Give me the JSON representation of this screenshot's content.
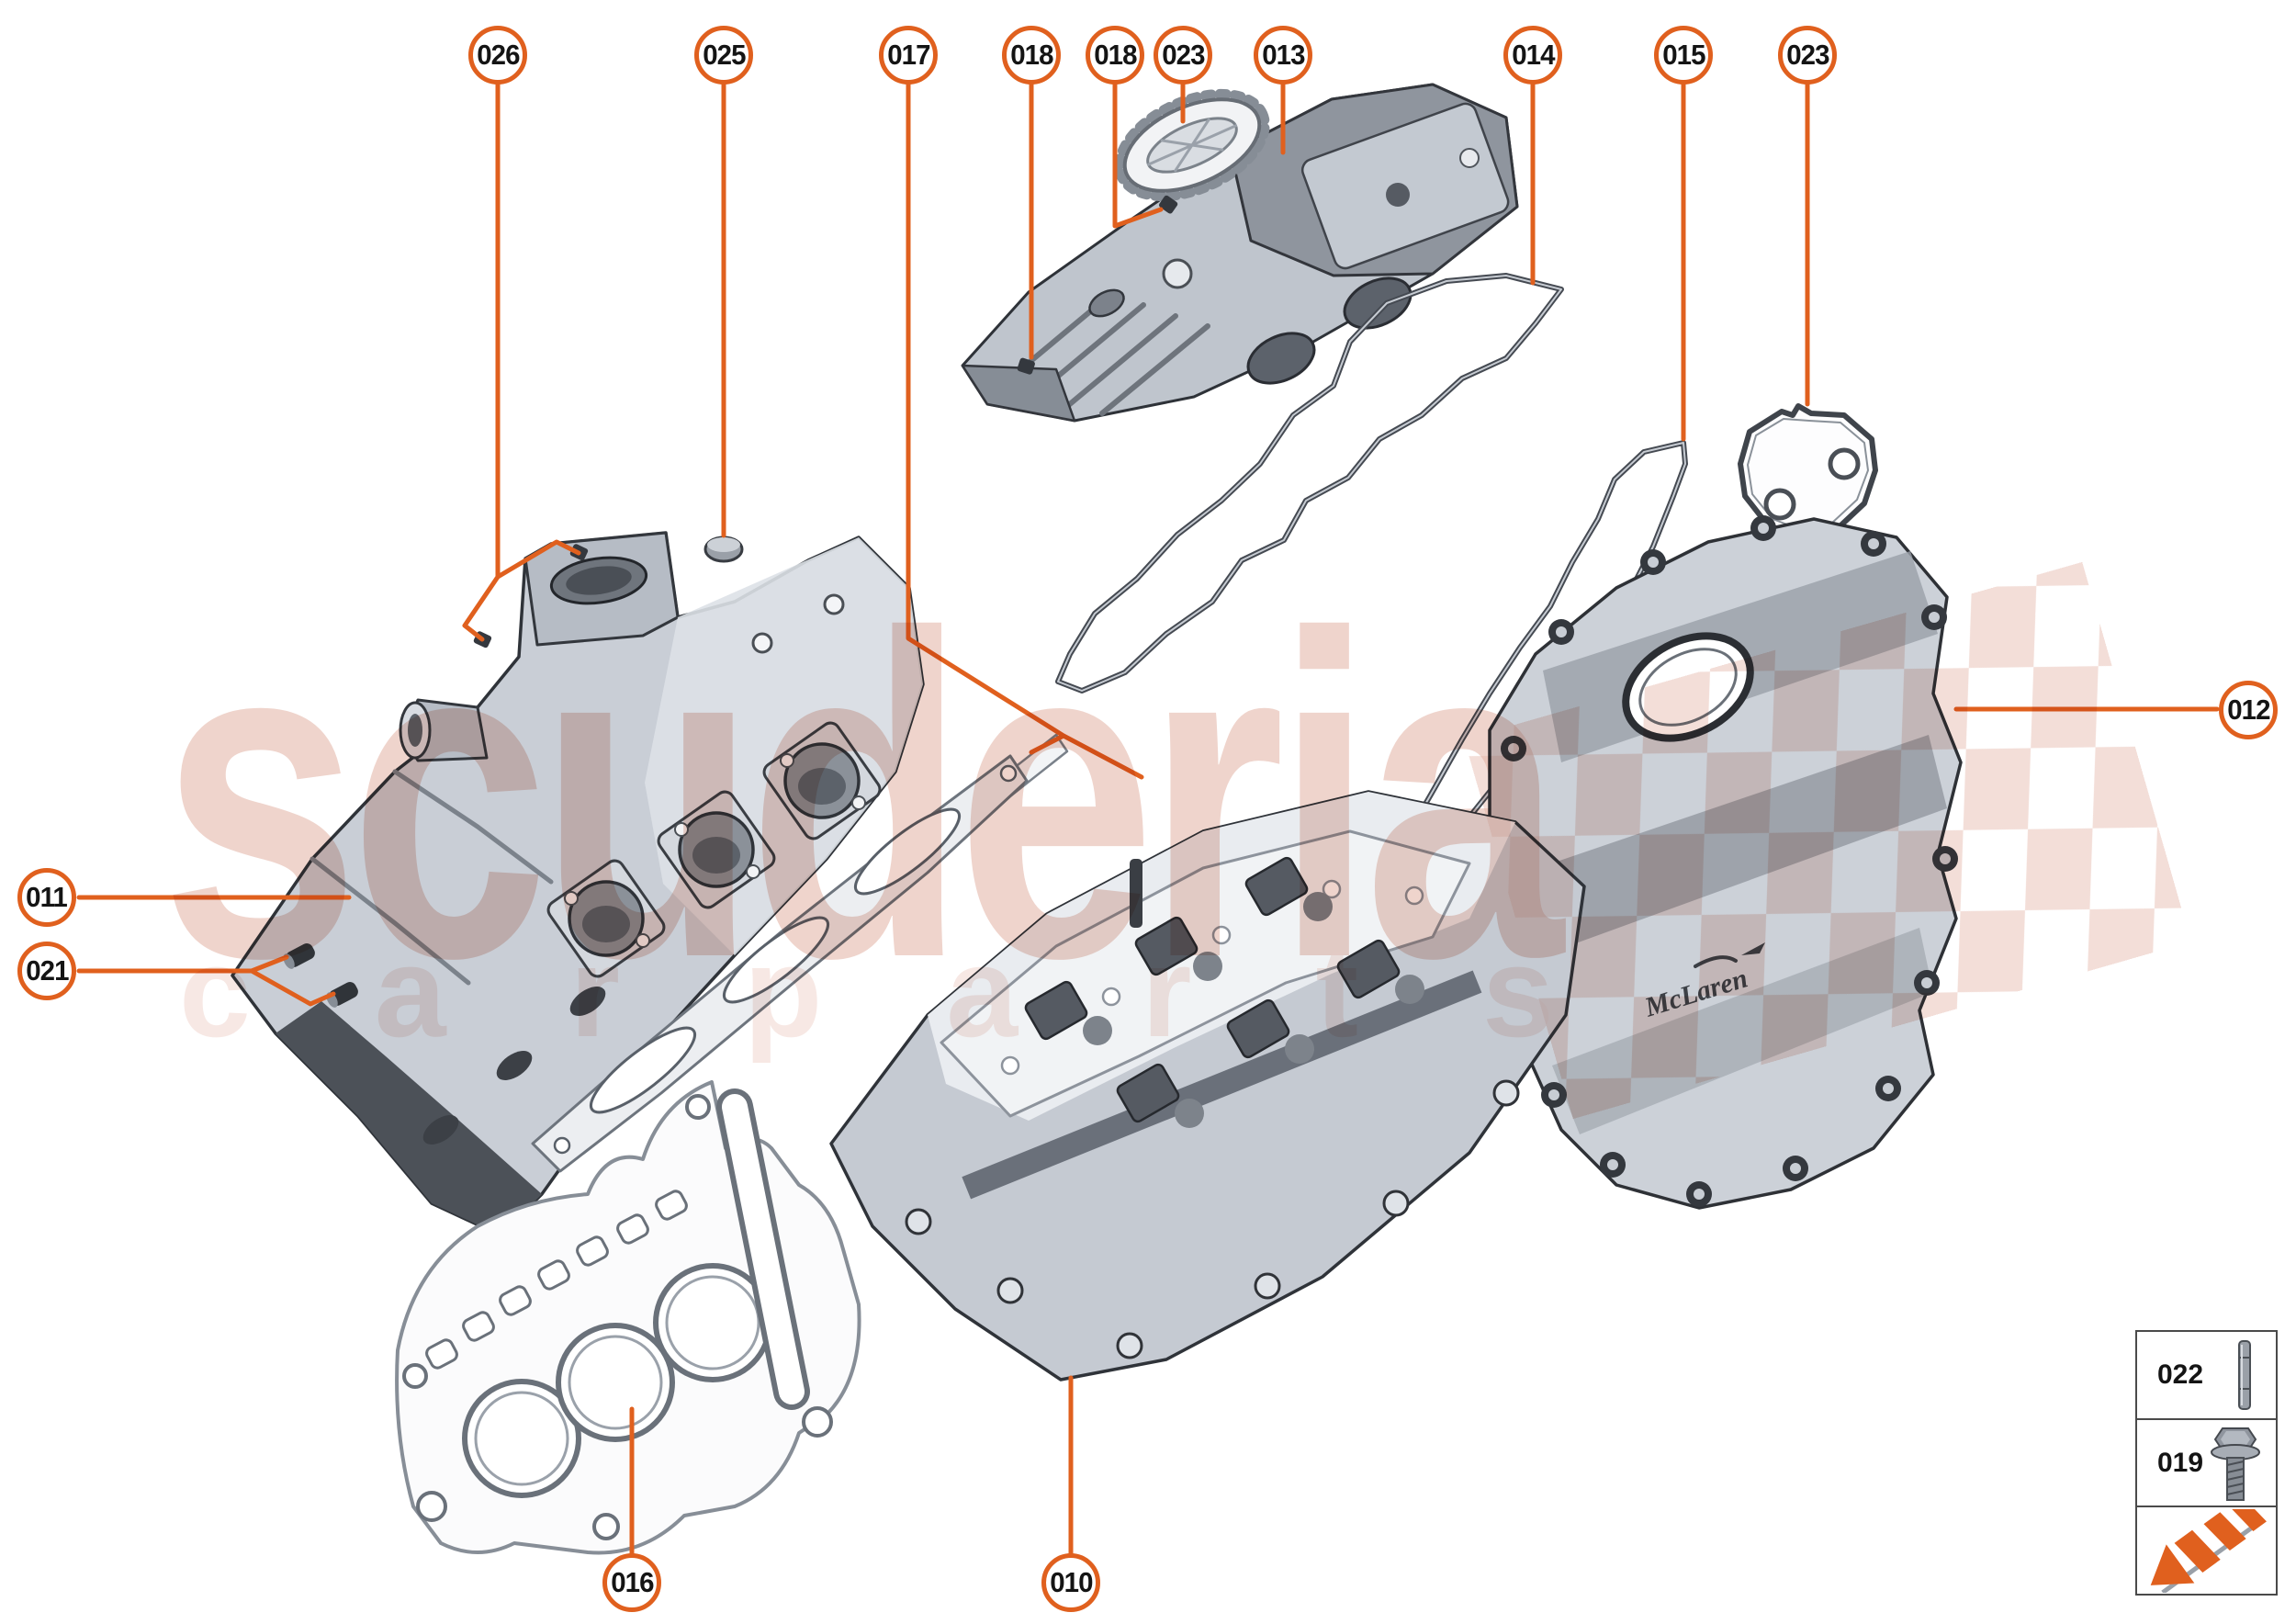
{
  "watermark": {
    "line1": "scuderia",
    "line2": "c a r    p a r t s"
  },
  "diagram": {
    "brand_script": "McLaren"
  },
  "colors": {
    "accent_orange": "#e0601e",
    "label_text": "#141414",
    "part_outline": "#2f3339",
    "watermark_pink": "#e2b0a3",
    "watermark_light_pink": "#f0d5ce",
    "checker_pink": "#e9c3b8"
  },
  "callouts": [
    {
      "label": "026"
    },
    {
      "label": "025"
    },
    {
      "label": "017"
    },
    {
      "label": "018"
    },
    {
      "label": "018"
    },
    {
      "label": "023"
    },
    {
      "label": "013"
    },
    {
      "label": "014"
    },
    {
      "label": "015"
    },
    {
      "label": "023"
    },
    {
      "label": "012"
    },
    {
      "label": "011"
    },
    {
      "label": "021"
    },
    {
      "label": "016"
    },
    {
      "label": "010"
    }
  ],
  "legend": {
    "rows": [
      {
        "label": "022",
        "icon": "dowel-pin-icon"
      },
      {
        "label": "019",
        "icon": "flange-bolt-icon"
      }
    ],
    "arrow_icon": "exploded-view-arrow-icon"
  }
}
